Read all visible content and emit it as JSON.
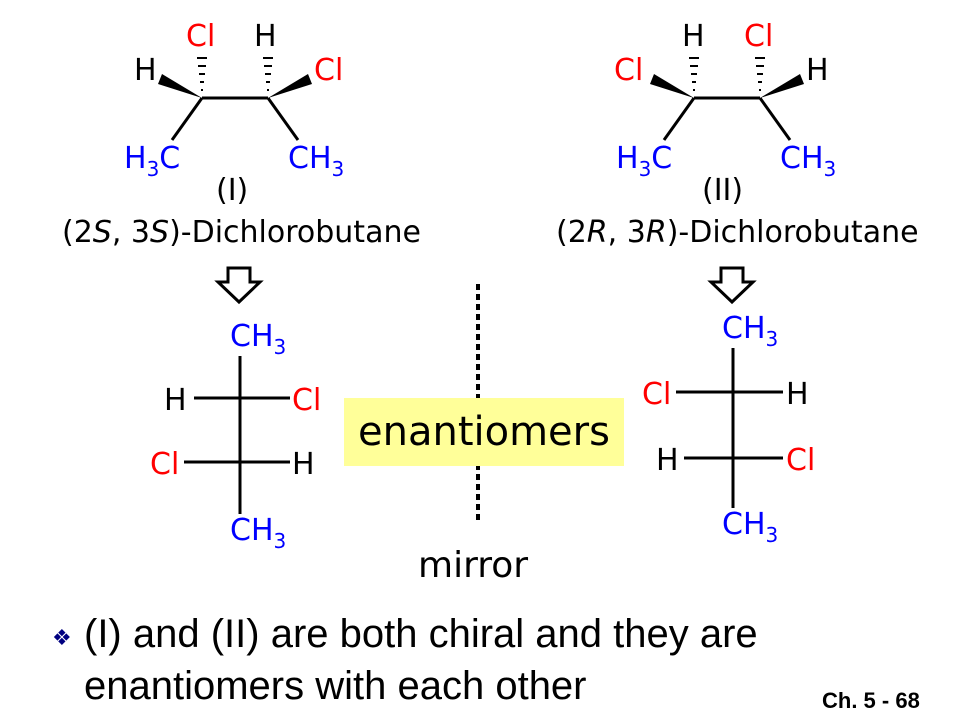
{
  "atoms": {
    "cl": "Cl",
    "h": "H",
    "ch3_main": "CH",
    "h3c_h": "H",
    "h3c_c": "C",
    "sub3": "3"
  },
  "labels": {
    "compound_I": "(I)",
    "compound_II": "(II)",
    "name_I_prefix": "(2",
    "name_I_s1": "S",
    "name_I_mid": ", 3",
    "name_I_s2": "S",
    "name_I_suffix": ")-Dichlorobutane",
    "name_II_prefix": "(2",
    "name_II_r1": "R",
    "name_II_mid": ", 3",
    "name_II_r2": "R",
    "name_II_suffix": ")-Dichlorobutane"
  },
  "center": {
    "enantiomers": "enantiomers",
    "mirror": "mirror"
  },
  "footer": {
    "bullet_line1": "(I) and (II) are both chiral and they are",
    "bullet_line2": "enantiomers with each other",
    "slide_number": "Ch. 5 - 68"
  },
  "colors": {
    "chlorine": "#ff0000",
    "methyl": "#0000ff",
    "highlight": "#ffff99",
    "bullet": "#000080"
  }
}
